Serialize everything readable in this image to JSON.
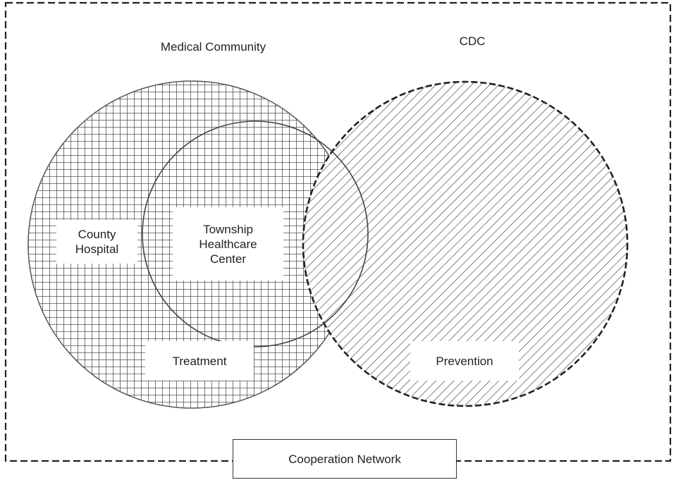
{
  "labels": {
    "medical_community": "Medical Community",
    "cdc": "CDC",
    "county_hospital_line1": "County",
    "county_hospital_line2": "Hospital",
    "township_line1": "Township",
    "township_line2": "Healthcare",
    "township_line3": "Center",
    "treatment": "Treatment",
    "prevention": "Prevention",
    "cooperation_network": "Cooperation Network"
  },
  "colors": {
    "stroke": "#222222",
    "hatch": "#333333",
    "background": "#ffffff"
  }
}
